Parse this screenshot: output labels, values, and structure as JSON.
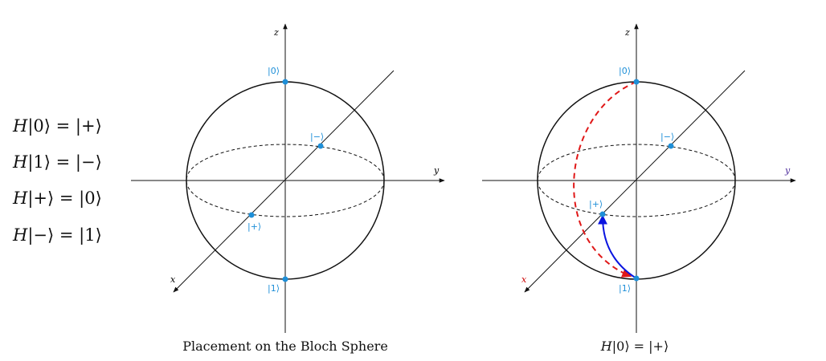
{
  "equations": [
    {
      "lhs": "H",
      "in": "|0⟩",
      "out": "|+⟩"
    },
    {
      "lhs": "H",
      "in": "|1⟩",
      "out": "|−⟩"
    },
    {
      "lhs": "H",
      "in": "|+⟩",
      "out": "|0⟩"
    },
    {
      "lhs": "H",
      "in": "|−⟩",
      "out": "|1⟩"
    }
  ],
  "left_diagram": {
    "caption": "Placement on the Bloch Sphere",
    "axes": {
      "x": "x",
      "y": "y",
      "z": "z"
    },
    "states": {
      "zero": "|0⟩",
      "one": "|1⟩",
      "plus": "|+⟩",
      "minus": "|−⟩"
    }
  },
  "right_diagram": {
    "caption_op": "H",
    "caption_rest": "|0⟩ = |+⟩",
    "axes": {
      "x": "x",
      "y": "y",
      "z": "z"
    },
    "states": {
      "zero": "|0⟩",
      "one": "|1⟩",
      "plus": "|+⟩",
      "minus": "|−⟩"
    }
  },
  "colors": {
    "state_point": "#1e8fd8",
    "state_label": "#1e8fd8",
    "x_axis_highlight": "#cc0000",
    "y_axis_highlight": "#4b2a9a",
    "rotation_dashed": "#e01818",
    "rotation_arrow": "#0a14e0"
  }
}
